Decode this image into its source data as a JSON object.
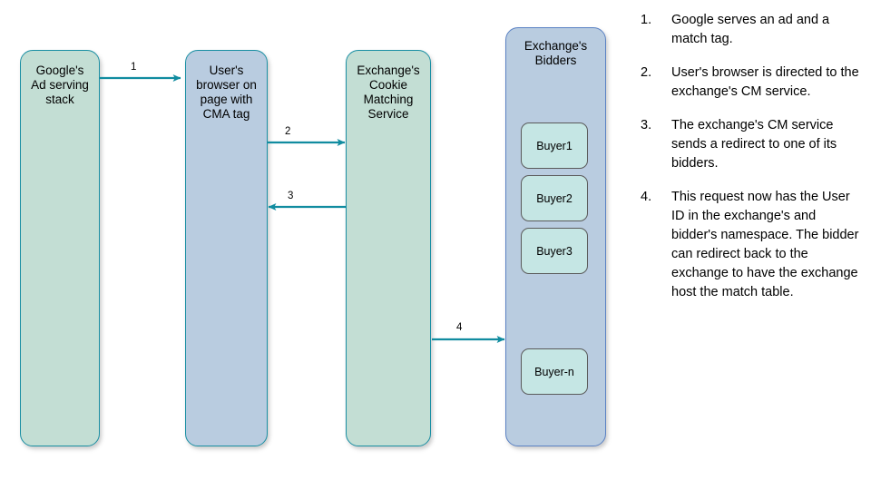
{
  "diagram": {
    "lanes": [
      {
        "id": "google-ad-serving-stack",
        "title": "Google's\nAd serving\nstack",
        "fill": "#c3ded4",
        "border": "#1a8fa3"
      },
      {
        "id": "user-browser",
        "title": "User's\nbrowser on\npage with\nCMA tag",
        "fill": "#b9cce0",
        "border": "#1a8fa3"
      },
      {
        "id": "exchange-cookie-matching-service",
        "title": "Exchange's\nCookie\nMatching\nService",
        "fill": "#c3ded4",
        "border": "#1a8fa3"
      },
      {
        "id": "exchange-bidders",
        "title": "Exchange's\nBidders",
        "fill": "#b9cce0",
        "border": "#5b82c4"
      }
    ],
    "buyers": [
      {
        "label": "Buyer1"
      },
      {
        "label": "Buyer2"
      },
      {
        "label": "Buyer3"
      },
      {
        "label": "Buyer-n"
      }
    ],
    "arrows": [
      {
        "label": "1",
        "from": "google-ad-serving-stack",
        "to": "user-browser",
        "direction": "right"
      },
      {
        "label": "2",
        "from": "user-browser",
        "to": "exchange-cookie-matching-service",
        "direction": "right"
      },
      {
        "label": "3",
        "from": "exchange-cookie-matching-service",
        "to": "user-browser",
        "direction": "left"
      },
      {
        "label": "4",
        "from": "exchange-cookie-matching-service",
        "to": "exchange-bidders",
        "direction": "right"
      }
    ],
    "arrow_color": "#118ca0"
  },
  "steps": [
    {
      "num": "1.",
      "text": "Google serves an ad and a match tag."
    },
    {
      "num": "2.",
      "text": "User's browser is directed to the exchange's CM service."
    },
    {
      "num": "3.",
      "text": "The exchange's CM service sends a redirect to one of its bidders."
    },
    {
      "num": "4.",
      "text": "This request now has the User ID in the exchange's and bidder's namespace. The bidder can redirect back to the exchange to have the exchange host the match table."
    }
  ]
}
